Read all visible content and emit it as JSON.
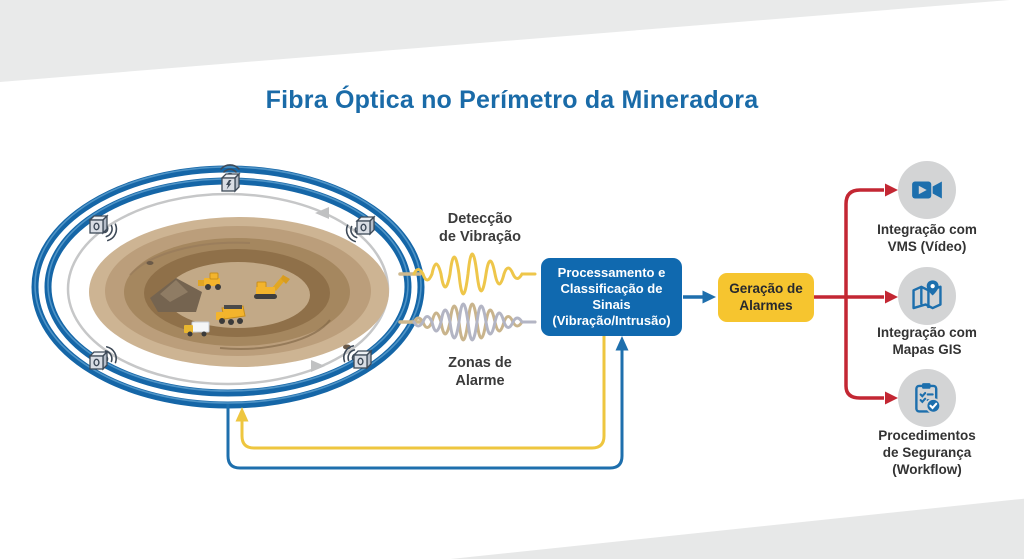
{
  "title": "Fibra Óptica no Perímetro da Mineradora",
  "diagram": {
    "perimeter": {
      "description_name": "fiber-optic-ring-around-open-pit-mine",
      "sensor_count": 5
    },
    "signal_labels": {
      "vibration": "Detecção\nde Vibração",
      "alarm_zones": "Zonas de\nAlarme"
    },
    "nodes": {
      "processing": "Processamento e\nClassificação de\nSinais\n(Vibração/Intrusão)",
      "alarm_generation": "Geração de\nAlarmes"
    },
    "outputs": [
      {
        "icon": "video-camera-icon",
        "label": "Integração com\nVMS (Vídeo)"
      },
      {
        "icon": "gis-map-pin-icon",
        "label": "Integração com\nMapas GIS"
      },
      {
        "icon": "workflow-checklist-icon",
        "label": "Procedimentos\nde Segurança\n(Workflow)"
      }
    ],
    "edges": [
      {
        "from": "fiber-perimeter",
        "to": "processing",
        "label": "Detecção de Vibração",
        "color": "#eec64a"
      },
      {
        "from": "fiber-perimeter",
        "to": "processing",
        "label": "Zonas de Alarme",
        "color": "#b3b5c4"
      },
      {
        "from": "processing",
        "to": "alarm_generation",
        "color": "#1e6fad"
      },
      {
        "from": "alarm_generation",
        "to": "outputs",
        "color": "#c32733"
      },
      {
        "from": "processing",
        "to": "fiber-perimeter",
        "type": "feedback",
        "color": "#eec64a"
      },
      {
        "from": "fiber-perimeter",
        "to": "processing",
        "type": "feedback",
        "color": "#1e6fad"
      }
    ]
  },
  "colors": {
    "title_blue": "#1a6ba8",
    "cable_blue": "#1566a7",
    "process_box_blue": "#1069af",
    "alarm_box_yellow": "#f6c52f",
    "alert_red": "#c32733",
    "icon_circle_gray": "#d3d4d5",
    "icon_blue": "#1d6fad"
  }
}
